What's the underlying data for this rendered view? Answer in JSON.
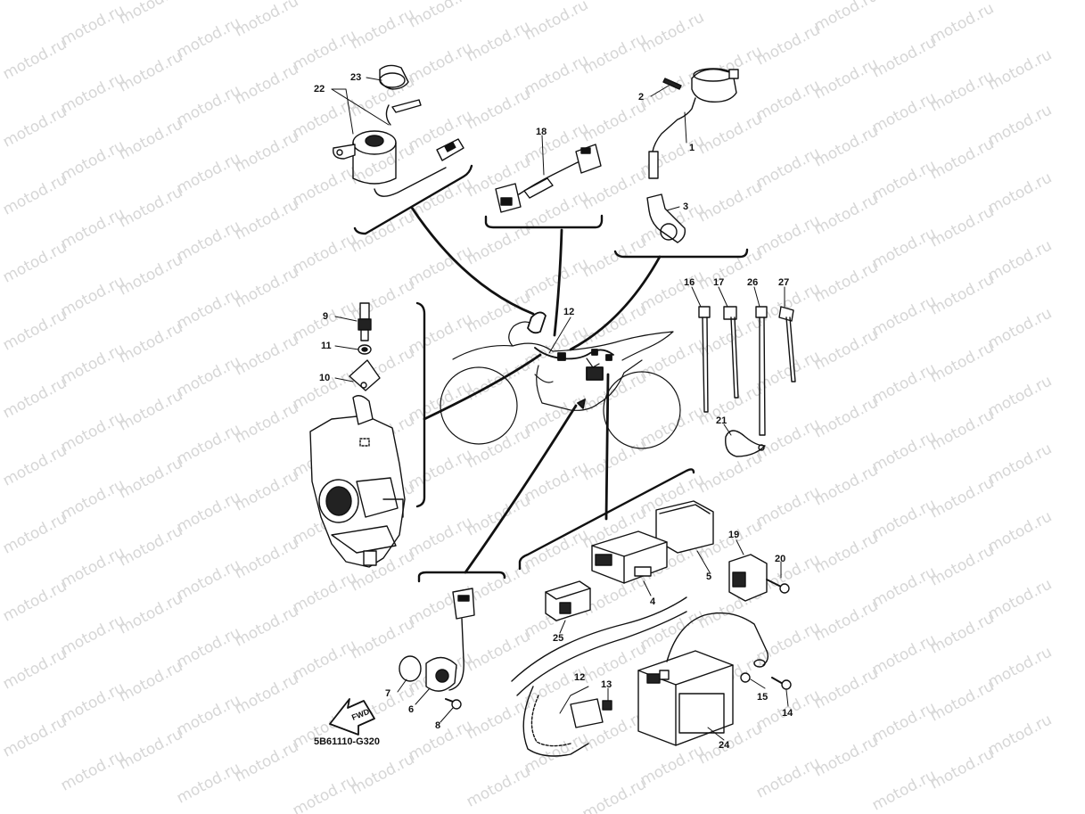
{
  "watermark": {
    "text": "motod.ru",
    "color": "#d6d6d6"
  },
  "diagram_code": "5B61110-G320",
  "fwd_arrow_text": "FWD",
  "callouts": {
    "c1": "1",
    "c2": "2",
    "c3": "3",
    "c4": "4",
    "c5": "5",
    "c6": "6",
    "c7": "7",
    "c8": "8",
    "c9": "9",
    "c10": "10",
    "c11": "11",
    "c12a": "12",
    "c12b": "12",
    "c13": "13",
    "c14": "14",
    "c15": "15",
    "c16": "16",
    "c17": "17",
    "c18": "18",
    "c19": "19",
    "c20": "20",
    "c21": "21",
    "c22": "22",
    "c23": "23",
    "c24": "24",
    "c25": "25",
    "c26": "26",
    "c27": "27"
  }
}
